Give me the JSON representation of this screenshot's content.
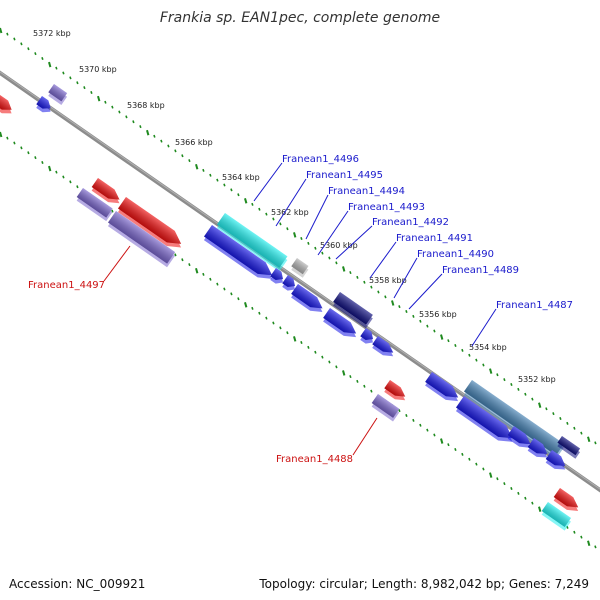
{
  "title": "Frankia sp. EAN1pec, complete genome",
  "footer": {
    "accession": "Accession: NC_009921",
    "topology": "Topology: circular; Length: 8,982,042 bp; Genes: 7,249"
  },
  "colors": {
    "backbone": "#8c8c8c",
    "tick": "#1f8a1f",
    "label_plus": "#1a1acc",
    "label_minus": "#cc1111",
    "gene_red": "#ee1111",
    "gene_purple": "#7a66cc",
    "gene_blue": "#1a1ae6",
    "gene_cyan": "#22eeee",
    "gene_gray": "#b3b3b3",
    "gene_navy": "#101080",
    "gene_steel": "#4682b4"
  },
  "scale_labels": [
    "5372 kbp",
    "5370 kbp",
    "5368 kbp",
    "5366 kbp",
    "5364 kbp",
    "5362 kbp",
    "5360 kbp",
    "5358 kbp",
    "5356 kbp",
    "5354 kbp",
    "5352 kbp"
  ],
  "gene_labels": [
    {
      "name": "Franean1_4496",
      "strand": "+"
    },
    {
      "name": "Franean1_4495",
      "strand": "+"
    },
    {
      "name": "Franean1_4494",
      "strand": "+"
    },
    {
      "name": "Franean1_4493",
      "strand": "+"
    },
    {
      "name": "Franean1_4492",
      "strand": "+"
    },
    {
      "name": "Franean1_4491",
      "strand": "+"
    },
    {
      "name": "Franean1_4490",
      "strand": "+"
    },
    {
      "name": "Franean1_4489",
      "strand": "+"
    },
    {
      "name": "Franean1_4487",
      "strand": "+"
    },
    {
      "name": "Franean1_4497",
      "strand": "-"
    },
    {
      "name": "Franean1_4488",
      "strand": "-"
    }
  ]
}
